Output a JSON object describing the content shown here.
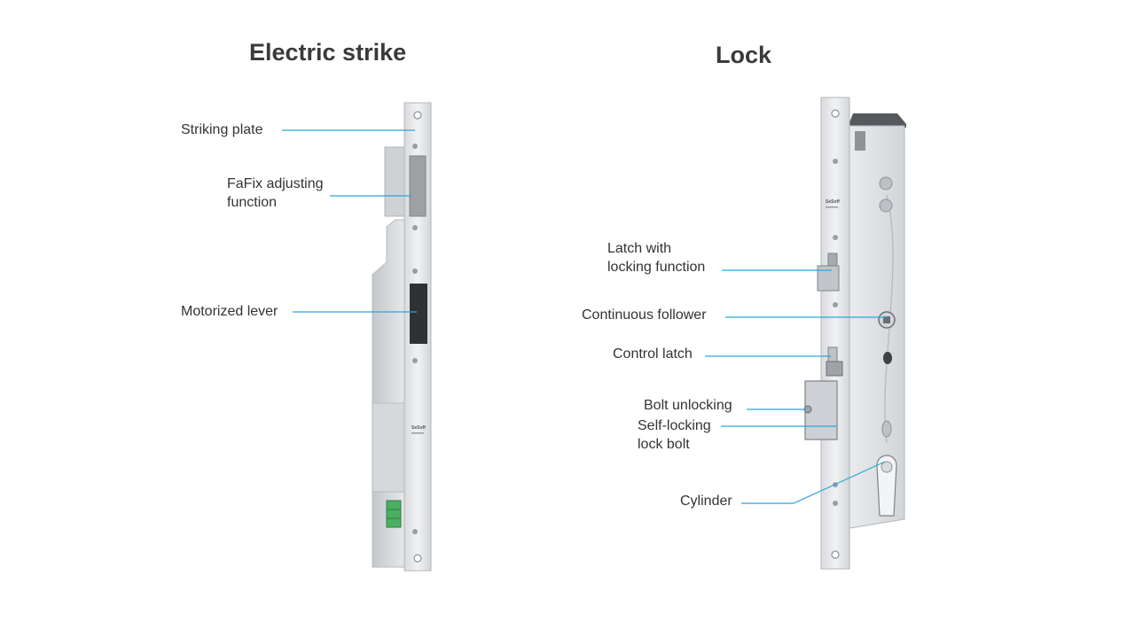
{
  "left_panel": {
    "title": "Electric strike",
    "labels": {
      "striking_plate": "Striking plate",
      "fafix_line1": "FaFix adjusting",
      "fafix_line2": "function",
      "motorized_lever": "Motorized lever"
    },
    "brand_mark": "SeSoff"
  },
  "right_panel": {
    "title": "Lock",
    "labels": {
      "latch_line1": "Latch with",
      "latch_line2": "locking function",
      "continuous_follower": "Continuous follower",
      "control_latch": "Control latch",
      "bolt_unlocking": "Bolt unlocking",
      "self_locking_line1": "Self-locking",
      "self_locking_line2": "lock bolt",
      "cylinder": "Cylinder"
    },
    "brand_mark": "SeSoff"
  },
  "colors": {
    "leader_line": "#2ba6d9",
    "metal_light": "#e4e6e8",
    "metal_mid": "#c9ccd0",
    "metal_dark": "#6b6f74",
    "connector": "#4caf62",
    "text": "#333333"
  }
}
